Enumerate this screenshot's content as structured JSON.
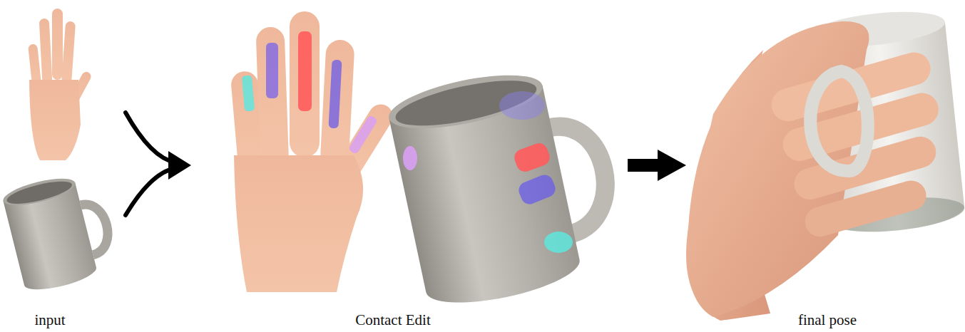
{
  "diagram": {
    "labels": [
      "input",
      "Contact Edit",
      "final pose"
    ]
  }
}
